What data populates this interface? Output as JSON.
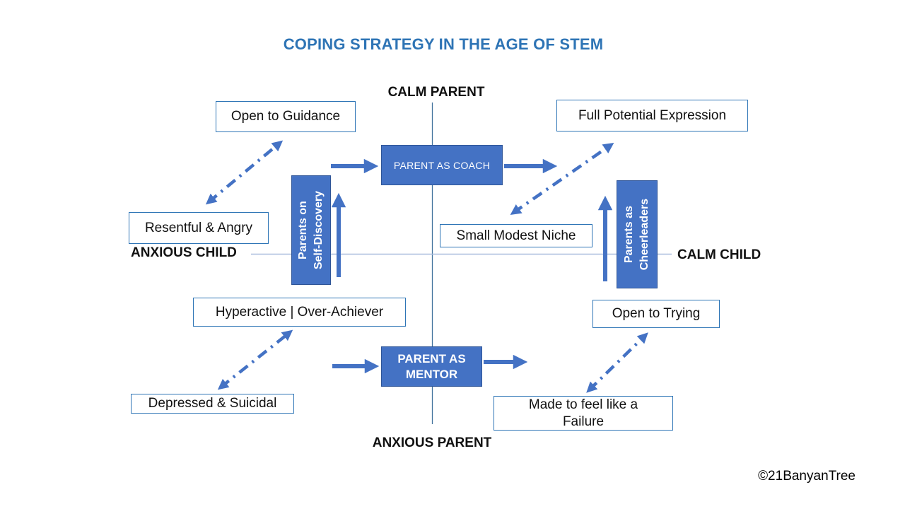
{
  "title": {
    "text": "COPING STRATEGY IN THE AGE OF STEM"
  },
  "axes": {
    "top": "CALM PARENT",
    "bottom": "ANXIOUS PARENT",
    "left": "ANXIOUS CHILD",
    "right": "CALM CHILD"
  },
  "strategy_boxes": {
    "coach": "PARENT AS COACH",
    "mentor": "PARENT AS MENTOR",
    "self_discovery": {
      "line1": "Parents on",
      "line2": "Self-Discovery"
    },
    "cheerleaders": {
      "line1": "Parents as",
      "line2": "Cheerleaders"
    }
  },
  "outcome_boxes": {
    "open_to_guidance": "Open to Guidance",
    "full_potential_expression": "Full Potential Expression",
    "resentful_angry": "Resentful & Angry",
    "small_modest_niche": "Small Modest Niche",
    "hyperactive_overachiever": "Hyperactive | Over-Achiever",
    "open_to_trying": "Open to Trying",
    "depressed_suicidal": "Depressed & Suicidal",
    "made_to_feel_failure": "Made to feel like a Failure"
  },
  "footer": {
    "copyright": "©21BanyanTree"
  },
  "colors": {
    "accent": "#4472C4",
    "box_border": "#2E75B6",
    "title": "#2E74B5",
    "vertical_axis": "#41719C",
    "horizontal_axis": "#A9BCDE",
    "filled_box_fill": "#4472C4",
    "filled_box_text": "#FFFFFF"
  }
}
